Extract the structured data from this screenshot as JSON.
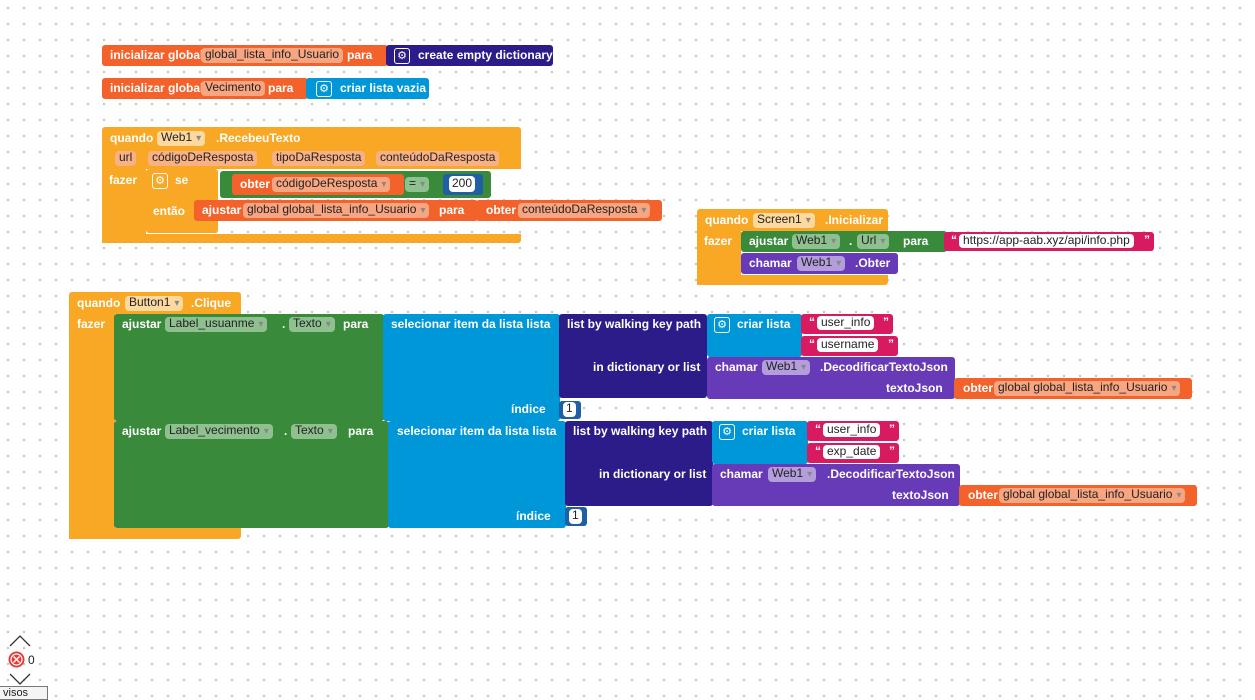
{
  "colors": {
    "variables": "#f4622b",
    "dictionaries": "#2c1c8a",
    "lists": "#0097d9",
    "events": "#f9a826",
    "control": "#f9a826",
    "math": "#1f5fa6",
    "components_set": "#3a8a3c",
    "components_call": "#673ab7",
    "text": "#d81b60",
    "local_params": "#f4622b"
  },
  "blocks": {
    "init_dict": {
      "label": "inicializar global",
      "var_name": "global_lista_info_Usuario",
      "to": "para",
      "create": "create empty dictionary"
    },
    "init_list": {
      "label": "inicializar global",
      "var_name": "Vecimento",
      "to": "para",
      "create": "criar lista vazia"
    },
    "web_received": {
      "when": "quando",
      "component": "Web1",
      "event": ".RecebeuTexto",
      "params": [
        "url",
        "códigoDeResposta",
        "tipoDaResposta",
        "conteúdoDaResposta"
      ],
      "do": "fazer",
      "if_label": "se",
      "then_label": "então",
      "get_label": "obter",
      "get_var": "códigoDeResposta",
      "op": "=",
      "number": "200",
      "set_label": "ajustar",
      "set_var": "global global_lista_info_Usuario",
      "to": "para",
      "get2_label": "obter",
      "get2_var": "conteúdoDaResposta"
    },
    "screen_init": {
      "when": "quando",
      "component": "Screen1",
      "event": ".Inicializar",
      "do": "fazer",
      "set_label": "ajustar",
      "set_component": "Web1",
      "dot": ".",
      "set_prop": "Url",
      "to": "para",
      "url": "https://app-aab.xyz/api/info.php",
      "call_label": "chamar",
      "call_component": "Web1",
      "call_method": ".Obter"
    },
    "button_click": {
      "when": "quando",
      "component": "Button1",
      "event": ".Clique",
      "do": "fazer",
      "rows": [
        {
          "set_label": "ajustar",
          "component": "Label_usuanme",
          "dot": ".",
          "prop": "Texto",
          "to": "para",
          "select": "selecionar item da lista  lista",
          "index_label": "índice",
          "index": "1",
          "walk": "list by walking key path",
          "make_list": "criar lista",
          "keys": [
            "user_info",
            "username"
          ],
          "in_dict": "in dictionary or list",
          "call_label": "chamar",
          "call_component": "Web1",
          "call_method": ".DecodificarTextoJson",
          "json_label": "textoJson",
          "get_label": "obter",
          "get_var": "global global_lista_info_Usuario"
        },
        {
          "set_label": "ajustar",
          "component": "Label_vecimento",
          "dot": ".",
          "prop": "Texto",
          "to": "para",
          "select": "selecionar item da lista  lista",
          "index_label": "índice",
          "index": "1",
          "walk": "list by walking key path",
          "make_list": "criar lista",
          "keys": [
            "user_info",
            "exp_date"
          ],
          "in_dict": "in dictionary or list",
          "call_label": "chamar",
          "call_component": "Web1",
          "call_method": ".DecodificarTextoJson",
          "json_label": "textoJson",
          "get_label": "obter",
          "get_var": "global global_lista_info_Usuario"
        }
      ]
    }
  },
  "warnings": {
    "error_count": "0",
    "toggle_label": "visos"
  }
}
